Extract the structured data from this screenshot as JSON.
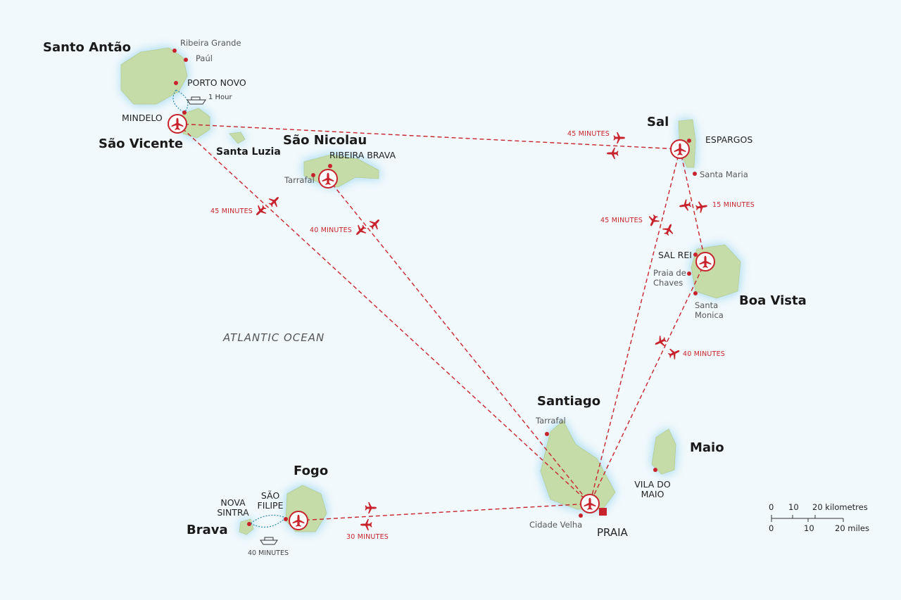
{
  "map": {
    "ocean_label": "ATLANTIC  OCEAN",
    "colors": {
      "sea": "#f2f9fc",
      "land": "#c6dca8",
      "glow": "#8fd0ec",
      "route": "#c8232c",
      "ferry": "#3a8fb0"
    },
    "islands": {
      "santo_antao": "Santo Antão",
      "sao_vicente": "São Vicente",
      "santa_luzia": "Santa Luzia",
      "sao_nicolau": "São Nicolau",
      "sal": "Sal",
      "boa_vista": "Boa Vista",
      "santiago": "Santiago",
      "maio": "Maio",
      "fogo": "Fogo",
      "brava": "Brava"
    },
    "towns": {
      "ribeira_grande": "Ribeira Grande",
      "paul": "Paúl",
      "porto_novo": "PORTO NOVO",
      "mindelo": "MINDELO",
      "ribeira_brava": "RIBEIRA BRAVA",
      "tarrafal_sn": "Tarrafal",
      "espargos": "ESPARGOS",
      "santa_maria": "Santa Maria",
      "sal_rei": "SAL REI",
      "praia_de_chaves_1": "Praia de",
      "praia_de_chaves_2": "Chaves",
      "santa_monica_1": "Santa",
      "santa_monica_2": "Monica",
      "tarrafal_st": "Tarrafal",
      "cidade_velha": "Cidade Velha",
      "praia": "PRAIA",
      "vila_do_maio_1": "VILA DO",
      "vila_do_maio_2": "MAIO",
      "sao_filipe_1": "SÃO",
      "sao_filipe_2": "FILIPE",
      "nova_sintra_1": "NOVA",
      "nova_sintra_2": "SINTRA"
    },
    "durations": {
      "ferry_santo_antao": "1 Hour",
      "ferry_brava": "40 MINUTES",
      "sv_sal": "45 MINUTES",
      "sv_praia": "45 MINUTES",
      "sn_praia": "40 MINUTES",
      "sal_praia": "45 MINUTES",
      "sal_bv": "15 MINUTES",
      "bv_praia": "40 MINUTES",
      "fogo_praia": "30 MINUTES"
    },
    "scale_bar": {
      "km_ticks": [
        "0",
        "10",
        "20 kilometres"
      ],
      "mi_ticks": [
        "0",
        "10",
        "20 miles"
      ]
    }
  }
}
